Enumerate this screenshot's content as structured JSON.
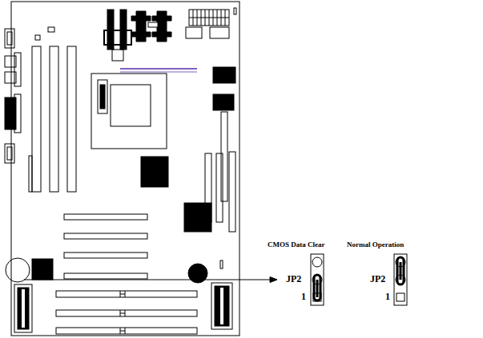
{
  "diagram": {
    "labels": [
      "CMOS Data Clear",
      "JP2",
      "1",
      "Normal Operation",
      "JP2",
      "1"
    ]
  }
}
